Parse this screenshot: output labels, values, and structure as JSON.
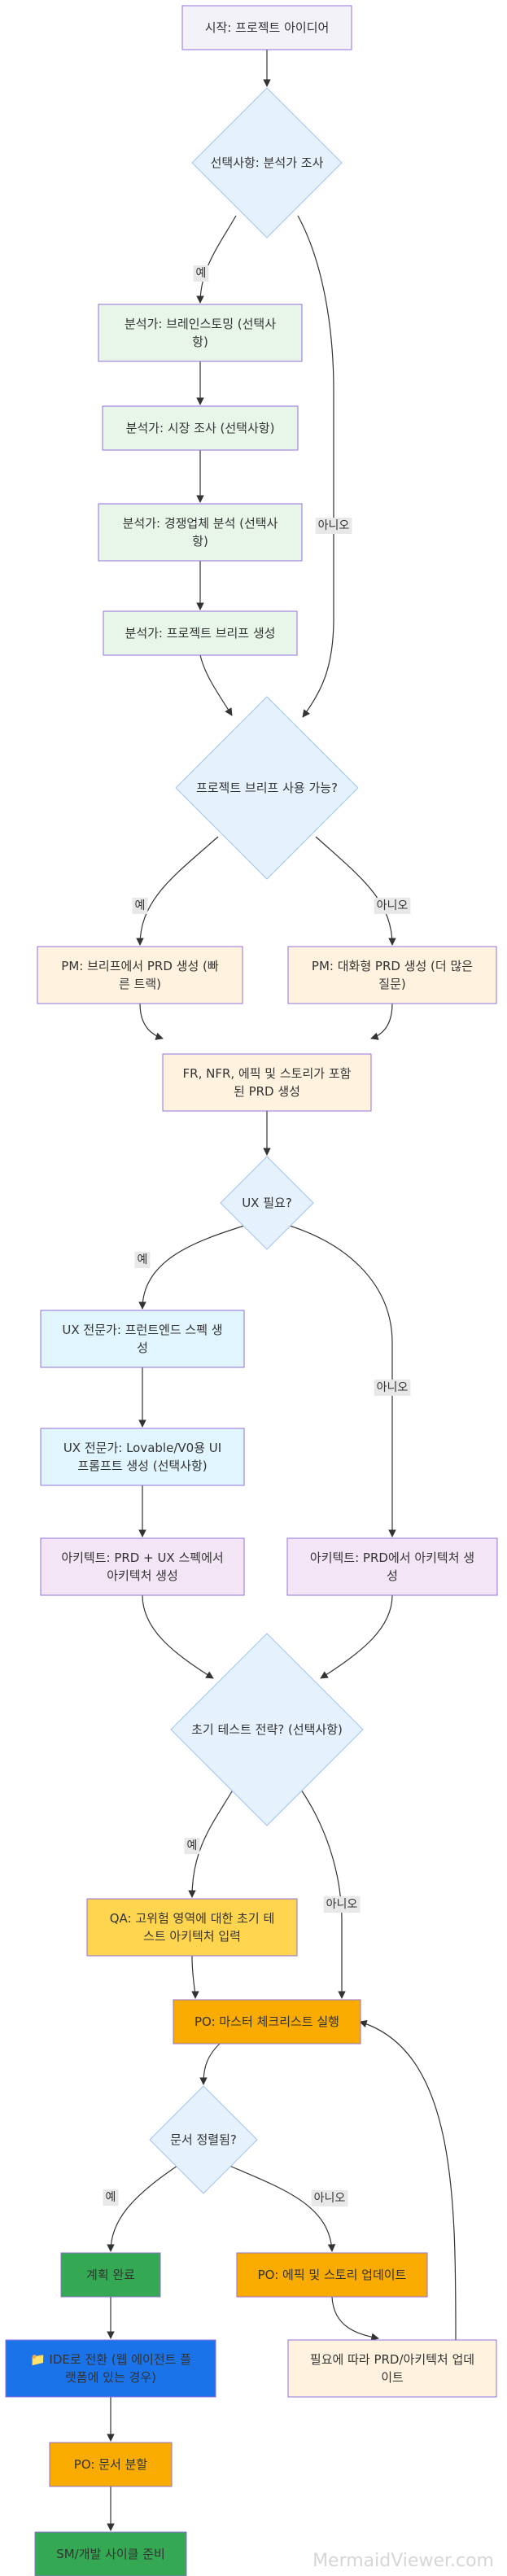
{
  "diagram": {
    "nodes": [
      {
        "id": "start",
        "shape": "rect",
        "lines": [
          "시작: 프로젝트 아이디어"
        ],
        "fill": "#f3f2f9",
        "stroke": "#9370db"
      },
      {
        "id": "d1",
        "shape": "diamond",
        "lines": [
          "선택사항: 분석가 조사"
        ],
        "fill": "#e6f1fe",
        "stroke": "#9fc3ef"
      },
      {
        "id": "brainstorm",
        "shape": "rect",
        "lines": [
          "분석가: 브레인스토밍 (선택사",
          "항)"
        ],
        "fill": "#e8f5e9",
        "stroke": "#9370db"
      },
      {
        "id": "market",
        "shape": "rect",
        "lines": [
          "분석가: 시장 조사 (선택사항)"
        ],
        "fill": "#e8f5e9",
        "stroke": "#9370db"
      },
      {
        "id": "competitor",
        "shape": "rect",
        "lines": [
          "분석가: 경쟁업체 분석 (선택사",
          "항)"
        ],
        "fill": "#e8f5e9",
        "stroke": "#9370db"
      },
      {
        "id": "brief",
        "shape": "rect",
        "lines": [
          "분석가: 프로젝트 브리프 생성"
        ],
        "fill": "#e8f5e9",
        "stroke": "#9370db"
      },
      {
        "id": "d2",
        "shape": "diamond",
        "lines": [
          "프로젝트 브리프 사용 가능?"
        ],
        "fill": "#e6f1fe",
        "stroke": "#9fc3ef"
      },
      {
        "id": "pmfast",
        "shape": "rect",
        "lines": [
          "PM: 브리프에서 PRD 생성 (빠",
          "른 트랙)"
        ],
        "fill": "#fff3e0",
        "stroke": "#9370db"
      },
      {
        "id": "pmchat",
        "shape": "rect",
        "lines": [
          "PM: 대화형 PRD 생성 (더 많은",
          "질문)"
        ],
        "fill": "#fff3e0",
        "stroke": "#9370db"
      },
      {
        "id": "prd",
        "shape": "rect",
        "lines": [
          "FR, NFR, 에픽 및 스토리가 포함",
          "된 PRD 생성"
        ],
        "fill": "#fff3e0",
        "stroke": "#9370db"
      },
      {
        "id": "d3",
        "shape": "diamond",
        "lines": [
          "UX 필요?"
        ],
        "fill": "#e6f1fe",
        "stroke": "#9fc3ef"
      },
      {
        "id": "uxspec",
        "shape": "rect",
        "lines": [
          "UX 전문가: 프런트엔드 스펙 생",
          "성"
        ],
        "fill": "#e1f5fe",
        "stroke": "#9370db"
      },
      {
        "id": "uxprompt",
        "shape": "rect",
        "lines": [
          "UX 전문가: Lovable/V0용 UI",
          "프롬프트 생성 (선택사항)"
        ],
        "fill": "#e1f5fe",
        "stroke": "#9370db"
      },
      {
        "id": "archux",
        "shape": "rect",
        "lines": [
          "아키텍트: PRD + UX 스펙에서",
          "아키텍처 생성"
        ],
        "fill": "#f3e5f5",
        "stroke": "#9370db"
      },
      {
        "id": "archprd",
        "shape": "rect",
        "lines": [
          "아키텍트: PRD에서 아키텍처 생",
          "성"
        ],
        "fill": "#f3e5f5",
        "stroke": "#9370db"
      },
      {
        "id": "d4",
        "shape": "diamond",
        "lines": [
          "초기 테스트 전략? (선택사항)"
        ],
        "fill": "#e6f1fe",
        "stroke": "#9fc3ef"
      },
      {
        "id": "qa",
        "shape": "rect",
        "lines": [
          "QA: 고위험 영역에 대한 초기 테",
          "스트 아키텍처 입력"
        ],
        "fill": "#ffd54f",
        "stroke": "#9370db"
      },
      {
        "id": "po",
        "shape": "rect",
        "lines": [
          "PO: 마스터 체크리스트 실행"
        ],
        "fill": "#f9ab00",
        "stroke": "#9370db",
        "textColor": "#ffffff"
      },
      {
        "id": "d5",
        "shape": "diamond",
        "lines": [
          "문서 정렬됨?"
        ],
        "fill": "#e6f1fe",
        "stroke": "#9fc3ef"
      },
      {
        "id": "done",
        "shape": "rect",
        "lines": [
          "계획 완료"
        ],
        "fill": "#34a853",
        "stroke": "#9370db",
        "textColor": "#ffffff"
      },
      {
        "id": "update",
        "shape": "rect",
        "lines": [
          "PO: 에픽 및 스토리 업데이트"
        ],
        "fill": "#f9ab00",
        "stroke": "#9370db",
        "textColor": "#ffffff"
      },
      {
        "id": "ide",
        "shape": "rect",
        "lines": [
          "📁 IDE로 전환 (웹 에이전트 플",
          "랫폼에 있는 경우)"
        ],
        "fill": "#1a73e8",
        "stroke": "#9370db",
        "textColor": "#ffffff"
      },
      {
        "id": "updatedocs",
        "shape": "rect",
        "lines": [
          "필요에 따라 PRD/아키텍처 업데",
          "이트"
        ],
        "fill": "#fff3e0",
        "stroke": "#9370db"
      },
      {
        "id": "shard",
        "shape": "rect",
        "lines": [
          "PO: 문서 분할"
        ],
        "fill": "#f9ab00",
        "stroke": "#9370db",
        "textColor": "#ffffff"
      },
      {
        "id": "sm",
        "shape": "rect",
        "lines": [
          "SM/개발 사이클 준비"
        ],
        "fill": "#34a853",
        "stroke": "#9370db",
        "textColor": "#ffffff"
      }
    ],
    "edges": [
      {
        "id": "e-start-d1",
        "label": ""
      },
      {
        "id": "e-d1-brainstorm",
        "label": "예"
      },
      {
        "id": "e-brainstorm-market",
        "label": ""
      },
      {
        "id": "e-market-competitor",
        "label": ""
      },
      {
        "id": "e-competitor-brief",
        "label": ""
      },
      {
        "id": "e-brief-d2",
        "label": ""
      },
      {
        "id": "e-d1-d2",
        "label": "아니오"
      },
      {
        "id": "e-d2-pmfast",
        "label": "예"
      },
      {
        "id": "e-d2-pmchat",
        "label": "아니오"
      },
      {
        "id": "e-pmfast-prd",
        "label": ""
      },
      {
        "id": "e-pmchat-prd",
        "label": ""
      },
      {
        "id": "e-prd-d3",
        "label": ""
      },
      {
        "id": "e-d3-uxspec",
        "label": "예"
      },
      {
        "id": "e-uxspec-uxprompt",
        "label": ""
      },
      {
        "id": "e-uxprompt-archux",
        "label": ""
      },
      {
        "id": "e-d3-archprd",
        "label": "아니오"
      },
      {
        "id": "e-archux-d4",
        "label": ""
      },
      {
        "id": "e-archprd-d4",
        "label": ""
      },
      {
        "id": "e-d4-qa",
        "label": "예"
      },
      {
        "id": "e-d4-po",
        "label": "아니오"
      },
      {
        "id": "e-qa-po",
        "label": ""
      },
      {
        "id": "e-po-d5",
        "label": ""
      },
      {
        "id": "e-d5-done",
        "label": "예"
      },
      {
        "id": "e-d5-update",
        "label": "아니오"
      },
      {
        "id": "e-update-updatedocs",
        "label": ""
      },
      {
        "id": "e-updatedocs-po",
        "label": ""
      },
      {
        "id": "e-done-ide",
        "label": ""
      },
      {
        "id": "e-ide-shard",
        "label": ""
      },
      {
        "id": "e-shard-sm",
        "label": ""
      }
    ],
    "edge_color": "#333333",
    "edge_label_bg": "#e8e8e8"
  },
  "watermark": "MermaidViewer.com"
}
